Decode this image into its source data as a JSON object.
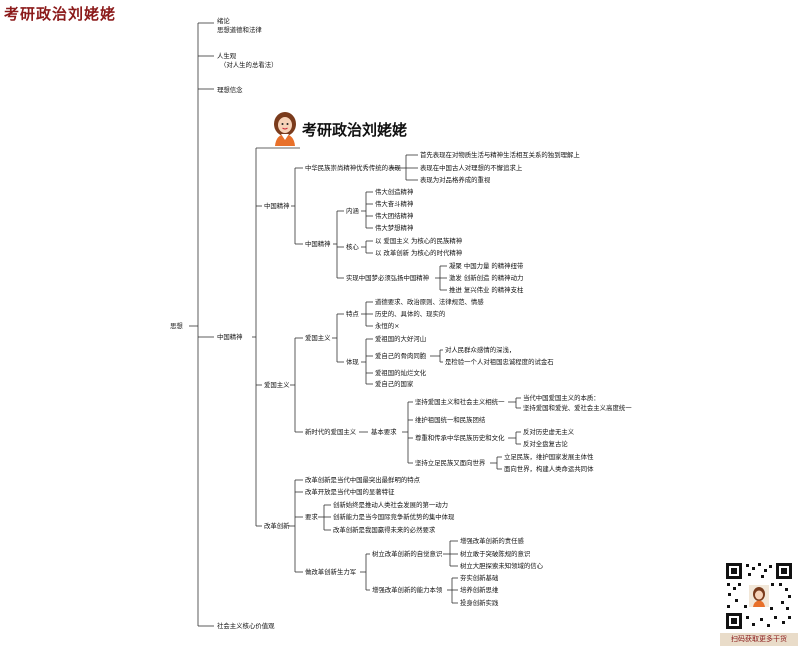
{
  "brand": "考研政治刘姥姥",
  "header": "考研政治刘姥姥",
  "footer": "扫码获取更多干货",
  "root": "思想",
  "top": {
    "intro": "绪论",
    "morals": "思想道德和法律",
    "life": "人生观",
    "life_sub": "（对人生的总看法）",
    "ideal": "理想信念",
    "cn_spirit": "中国精神",
    "core_values": "社会主义核心价值观"
  },
  "spirit": {
    "label": "中国精神",
    "tradition": "中华民族崇尚精神优秀传统的表现",
    "tradition_items": [
      "首先表现在对物质生活与精神生活相互关系的独到理解上",
      "表现在中国古人对理想的不懈追求上",
      "表现为对品格养成的重视"
    ],
    "spirit2": "中国精神",
    "connotation": "内涵",
    "connotation_items": [
      "伟大创造精神",
      "伟大奋斗精神",
      "伟大团结精神",
      "伟大梦想精神"
    ],
    "core": "核心",
    "core_items": [
      "以 爱国主义 为核心的民族精神",
      "以 改革创新 为核心的时代精神"
    ],
    "dream": "实现中国梦必须弘扬中国精神",
    "dream_items": [
      "凝聚 中国力量 的精神纽带",
      "激发 创新创造 的精神动力",
      "推进 复兴伟业 的精神支柱"
    ]
  },
  "patriot": {
    "label": "爱国主义",
    "sub": "爱国主义",
    "feature": "特点",
    "feature_items": [
      "道德要求、政治原则、法律规范、情感",
      "历史的、具体的、现实的",
      "永恒的×"
    ],
    "embody": "体现",
    "embody_items": [
      "爱祖国的大好河山",
      "爱自己的骨肉同胞",
      "爱祖国的灿烂文化",
      "爱自己的国家"
    ],
    "compatriot_items": [
      "对人民群众感情的深浅，",
      "是检验一个人对祖国忠诚程度的试金石"
    ],
    "new_era": "新时代的爱国主义",
    "basic": "基本要求",
    "req1": "坚持爱国主义和社会主义相统一",
    "req1_items": [
      "当代中国爱国主义的本质：",
      "坚持爱国和爱党、爱社会主义高度统一"
    ],
    "req2": "维护祖国统一和民族团结",
    "req3": "尊重和传承中华民族历史和文化",
    "req3_items": [
      "反对历史虚无主义",
      "反对全盘复古论"
    ],
    "req4": "坚持立足民族又面向世界",
    "req4_items": [
      "立足民族，维护国家发展主体性",
      "面向世界，构建人类命运共同体"
    ]
  },
  "reform": {
    "label": "改革创新",
    "item1": "改革创新是当代中国最突出最鲜明的特点",
    "item2": "改革开放是当代中国的显著特征",
    "require": "要求",
    "require_items": [
      "创新始终是推动人类社会发展的第一动力",
      "创新能力是当今国际竞争新优势的集中体现",
      "改革创新是我国赢得未来的必然要求"
    ],
    "vanguard": "做改革创新生力军",
    "awareness": "树立改革创新的自觉意识",
    "awareness_items": [
      "增强改革创新的责任感",
      "树立敢于突破陈规的意识",
      "树立大胆探索未知领域的信心"
    ],
    "ability": "增强改革创新的能力本领",
    "ability_items": [
      "夯实创新基础",
      "培养创新思维",
      "投身创新实践"
    ]
  }
}
